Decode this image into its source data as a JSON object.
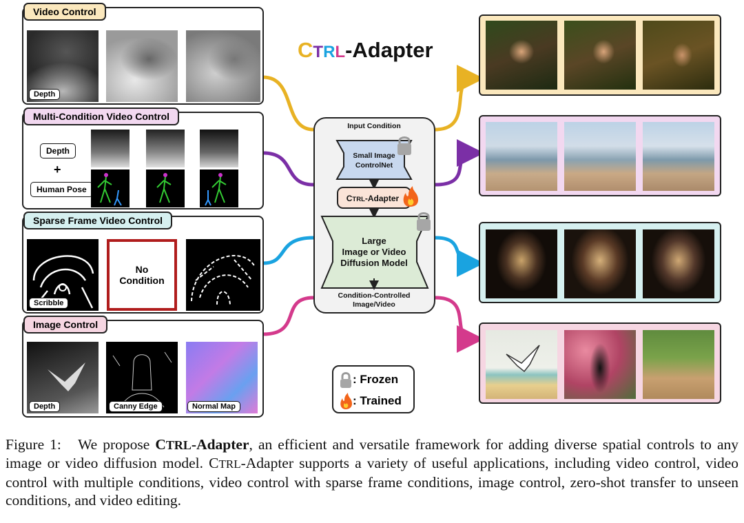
{
  "title": {
    "c": "C",
    "t": "T",
    "r": "R",
    "l": "L",
    "rest": "-Adapter"
  },
  "colors": {
    "gold": "#e8b224",
    "purple": "#7b2fa6",
    "cyan": "#1aa3e0",
    "magenta": "#d43a8c",
    "dark_red": "#b01c1c"
  },
  "panels": {
    "video_control": {
      "title": "Video Control",
      "tag": "Depth"
    },
    "multi_condition": {
      "title": "Multi-Condition Video Control",
      "tag_depth": "Depth",
      "plus": "+",
      "tag_pose": "Human Pose"
    },
    "sparse_frame": {
      "title": "Sparse Frame Video Control",
      "tag": "Scribble",
      "no_condition_1": "No",
      "no_condition_2": "Condition"
    },
    "image_control": {
      "title": "Image Control",
      "tag_depth": "Depth",
      "tag_canny": "Canny Edge",
      "tag_normal": "Normal Map"
    }
  },
  "center": {
    "input_condition": "Input Condition",
    "small_1": "Small Image",
    "small_2": "ControlNet",
    "adapter_c": "C",
    "adapter_trl": "TRL",
    "adapter_rest": "-Adapter",
    "large_1": "Large",
    "large_2": "Image or Video",
    "large_3": "Diffusion Model",
    "output_1": "Condition-Controlled",
    "output_2": "Image/Video"
  },
  "legend": {
    "frozen": ": Frozen",
    "trained": ": Trained",
    "lock_icon": "lock-icon",
    "fire_icon": "fire-icon"
  },
  "caption": {
    "label": "Figure 1:",
    "t1": "We propose ",
    "t2_c": "C",
    "t2_trl": "TRL",
    "t2_rest": "-Adapter",
    "t3": ", an efficient and versatile framework for adding diverse spatial controls to any image or video diffusion model. ",
    "t4_c": "C",
    "t4_trl": "TRL",
    "t5": "-Adapter supports a variety of useful applications, including video control, video control with multiple conditions, video control with sparse frame conditions, image control, zero-shot transfer to unseen conditions, and video editing."
  }
}
